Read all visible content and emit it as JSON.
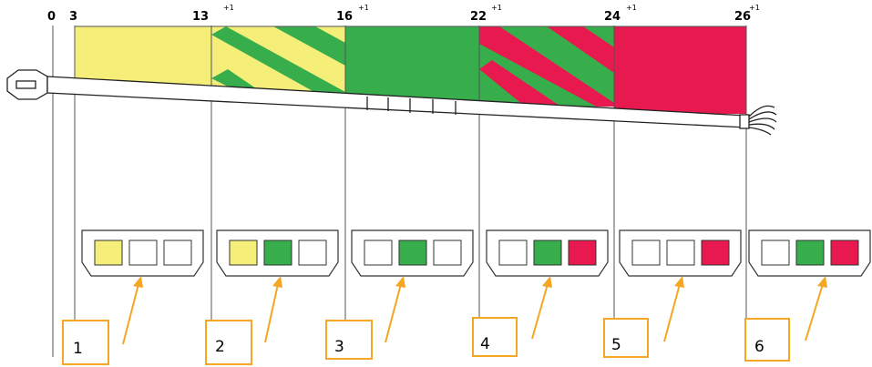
{
  "scale": {
    "ticks": [
      {
        "label": "0",
        "sup": ""
      },
      {
        "label": "3",
        "sup": ""
      },
      {
        "label": "13",
        "sup": "+1"
      },
      {
        "label": "16",
        "sup": "+1"
      },
      {
        "label": "22",
        "sup": "+1"
      },
      {
        "label": "24",
        "sup": "+1"
      },
      {
        "label": "26",
        "sup": "+1"
      }
    ]
  },
  "bands": [
    {
      "range": "3–13",
      "pattern": "solid",
      "colors": [
        "#f5ef7a"
      ]
    },
    {
      "range": "13–16",
      "pattern": "stripes",
      "colors": [
        "#f5ef7a",
        "#37ad4b"
      ]
    },
    {
      "range": "16–22",
      "pattern": "solid",
      "colors": [
        "#37ad4b"
      ]
    },
    {
      "range": "22–24",
      "pattern": "stripes",
      "colors": [
        "#37ad4b",
        "#e8194f"
      ]
    },
    {
      "range": "24–26",
      "pattern": "solid",
      "colors": [
        "#e8194f"
      ]
    }
  ],
  "indicators": [
    {
      "label": "1",
      "lights": [
        "yellow",
        "off",
        "off"
      ]
    },
    {
      "label": "2",
      "lights": [
        "yellow",
        "green",
        "off"
      ]
    },
    {
      "label": "3",
      "lights": [
        "off",
        "green",
        "off"
      ]
    },
    {
      "label": "4",
      "lights": [
        "off",
        "green",
        "red"
      ]
    },
    {
      "label": "5",
      "lights": [
        "off",
        "off",
        "red"
      ]
    },
    {
      "label": "6",
      "lights": [
        "off",
        "green",
        "red"
      ]
    }
  ],
  "colors": {
    "yellow": "#f5ef7a",
    "green": "#37ad4b",
    "red": "#e8194f",
    "off": "#ffffff",
    "callout": "#f5a623"
  },
  "icons": [
    "rope-with-eye-and-frayed-end-icon",
    "arrow-icon"
  ]
}
